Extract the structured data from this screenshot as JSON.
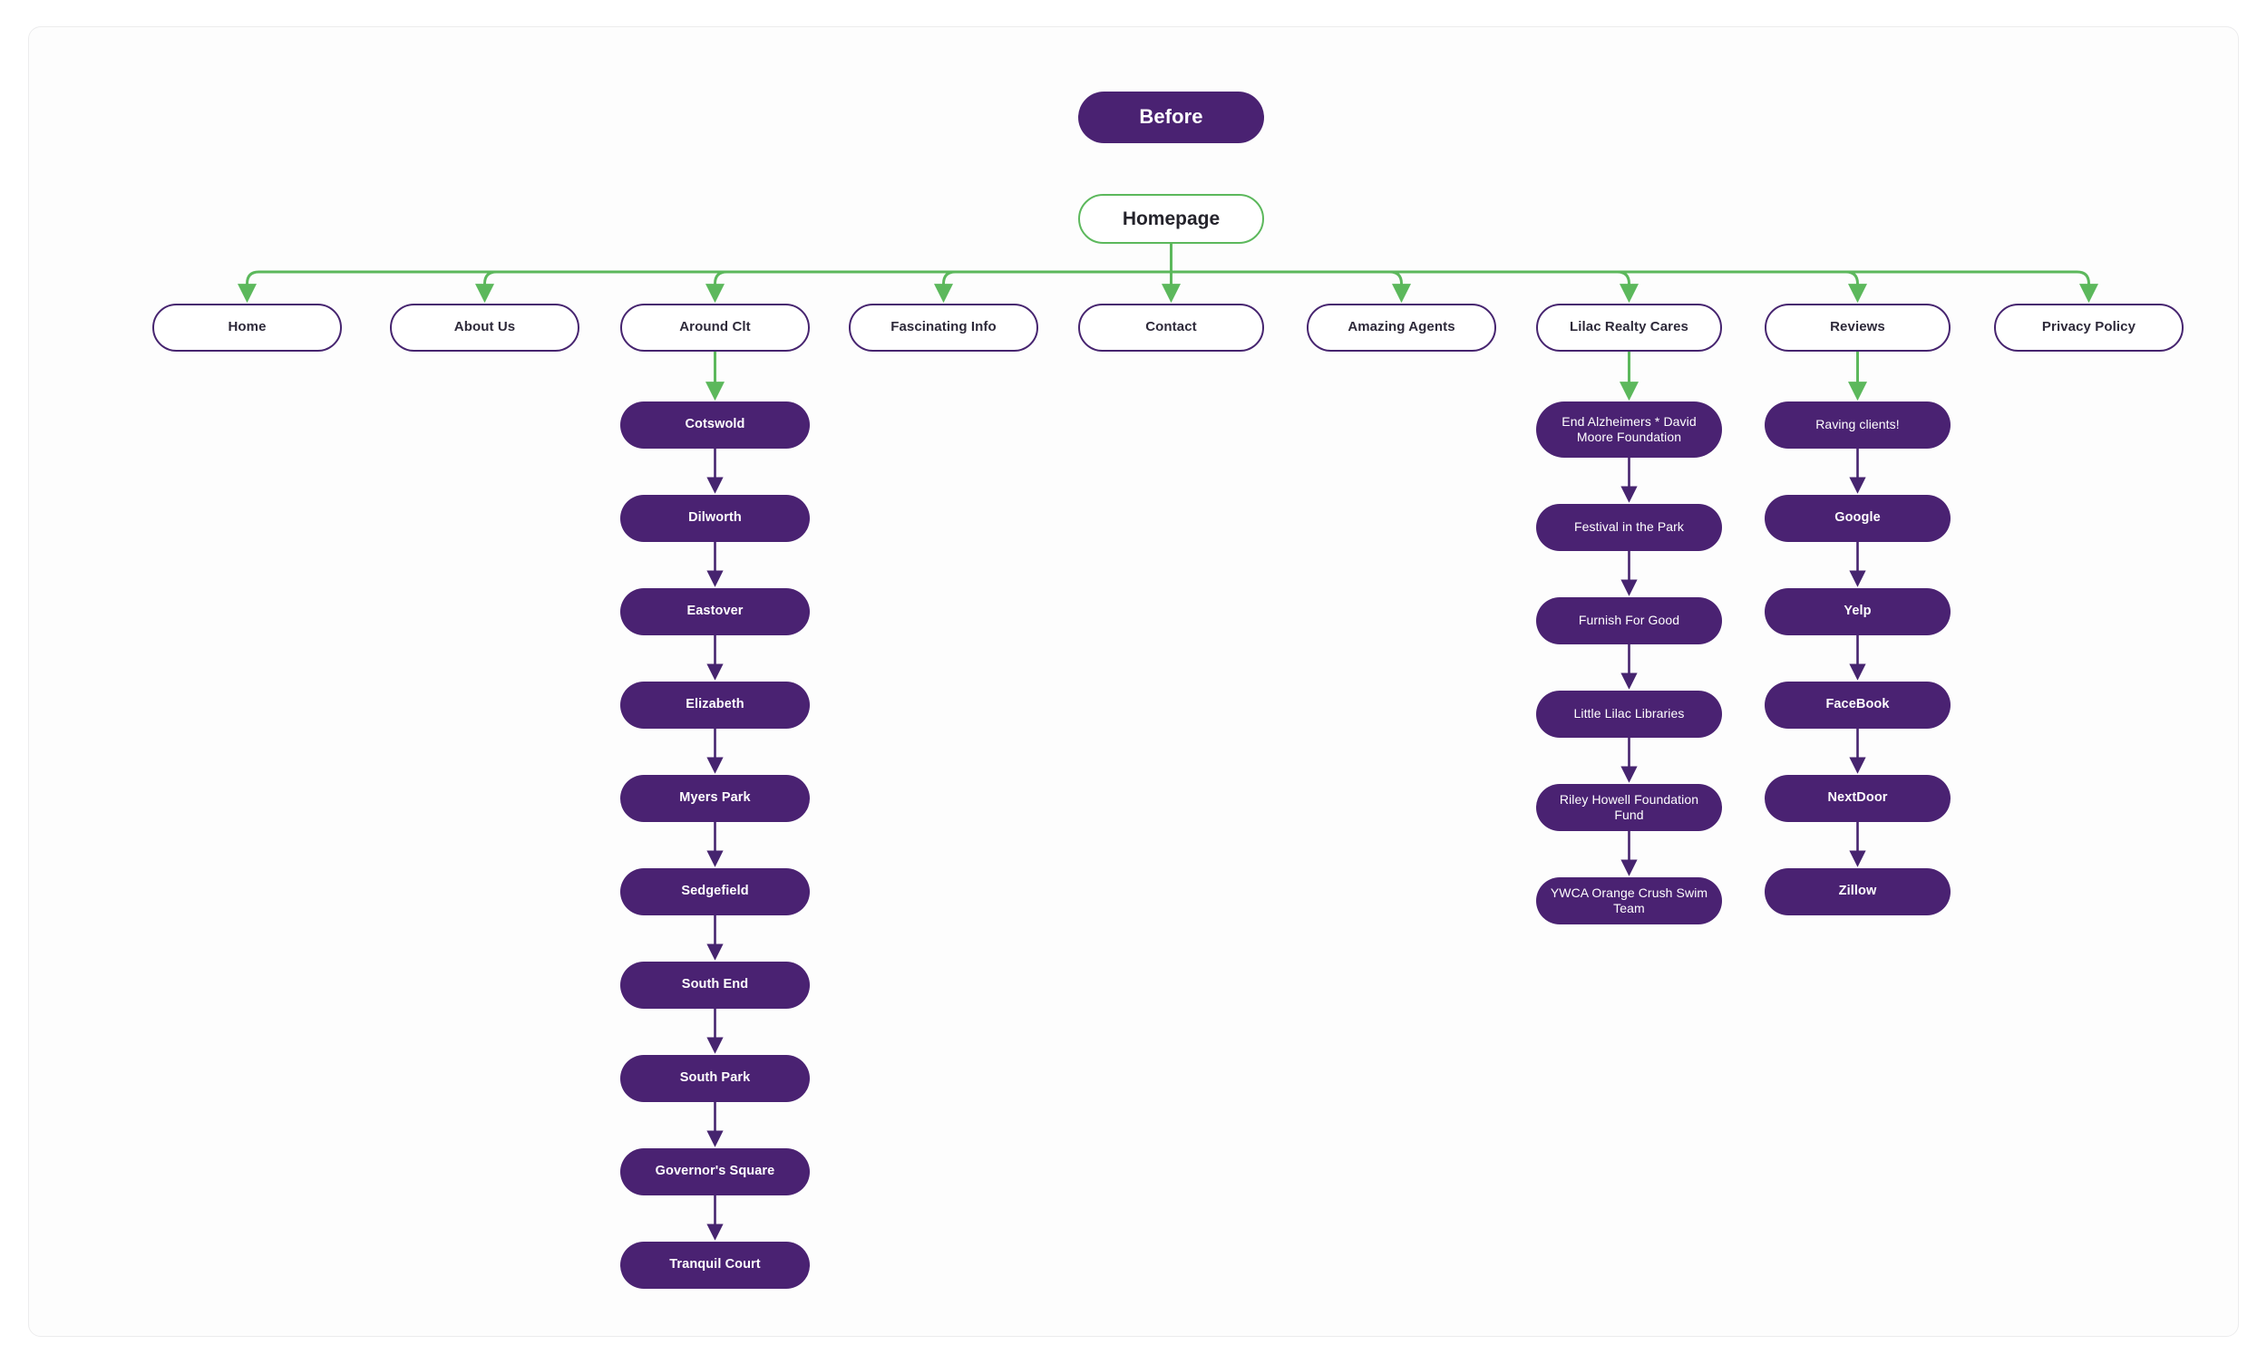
{
  "diagram": {
    "kind": "sitemap-flowchart",
    "title_node": {
      "label": "Before"
    },
    "root_node": {
      "label": "Homepage"
    },
    "colors": {
      "purple_fill": "#4a2272",
      "purple_border": "#46246f",
      "green_edge": "#5cb85c",
      "purple_edge": "#46246f",
      "canvas_border": "#ececed",
      "page_background": "#ffffff",
      "nav_text": "#2e2a3a",
      "leaf_text": "#ffffff"
    },
    "nav_items": [
      {
        "label": "Home"
      },
      {
        "label": "About Us"
      },
      {
        "label": "Around Clt"
      },
      {
        "label": "Fascinating Info"
      },
      {
        "label": "Contact"
      },
      {
        "label": "Amazing Agents"
      },
      {
        "label": "Lilac Realty Cares"
      },
      {
        "label": "Reviews"
      },
      {
        "label": "Privacy Policy"
      }
    ],
    "around_clt_children": [
      {
        "label": "Cotswold",
        "weight": "bold"
      },
      {
        "label": "Dilworth",
        "weight": "bold"
      },
      {
        "label": "Eastover",
        "weight": "bold"
      },
      {
        "label": "Elizabeth",
        "weight": "bold"
      },
      {
        "label": "Myers Park",
        "weight": "bold"
      },
      {
        "label": "Sedgefield",
        "weight": "bold"
      },
      {
        "label": "South End",
        "weight": "bold"
      },
      {
        "label": "South Park",
        "weight": "bold"
      },
      {
        "label": "Governor's Square",
        "weight": "bold"
      },
      {
        "label": "Tranquil Court",
        "weight": "bold"
      }
    ],
    "lilac_realty_cares_children": [
      {
        "label": "End Alzheimers * David Moore Foundation",
        "weight": "light"
      },
      {
        "label": "Festival in the Park",
        "weight": "light"
      },
      {
        "label": "Furnish For Good",
        "weight": "light"
      },
      {
        "label": "Little Lilac Libraries",
        "weight": "light"
      },
      {
        "label": "Riley Howell Foundation Fund",
        "weight": "light"
      },
      {
        "label": "YWCA Orange Crush Swim Team",
        "weight": "light"
      }
    ],
    "reviews_children": [
      {
        "label": "Raving clients!",
        "weight": "light"
      },
      {
        "label": "Google",
        "weight": "bold"
      },
      {
        "label": "Yelp",
        "weight": "bold"
      },
      {
        "label": "FaceBook",
        "weight": "bold"
      },
      {
        "label": "NextDoor",
        "weight": "bold"
      },
      {
        "label": "Zillow",
        "weight": "bold"
      }
    ]
  }
}
